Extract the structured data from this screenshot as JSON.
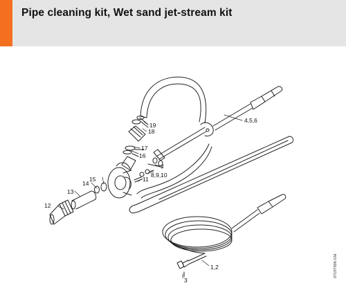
{
  "header": {
    "title": "Pipe cleaning kit, Wet sand jet-stream kit",
    "accent_color": "#f37021",
    "background_color": "#e5e5e5"
  },
  "callouts": [
    "1,2",
    "3",
    "4,5,6",
    "7",
    "8,9,10",
    "11",
    "12",
    "13",
    "14",
    "15",
    "16",
    "17",
    "18",
    "19"
  ],
  "image_code": "0719T006 GM"
}
